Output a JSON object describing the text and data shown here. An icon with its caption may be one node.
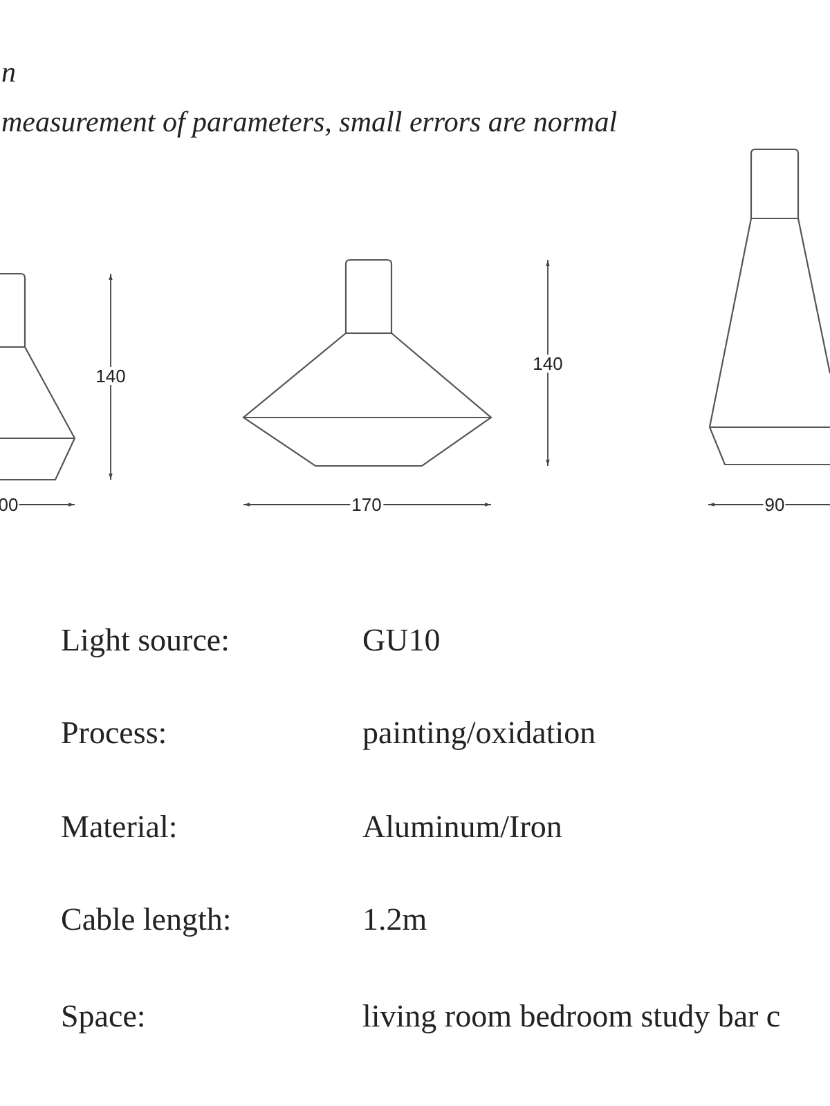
{
  "diagram": {
    "labels": [
      "n",
      "measurement of parameters, small errors are normal",
      "140",
      "140",
      "00",
      "170",
      "90",
      "Light source:",
      "GU10",
      "Process:",
      "painting/oxidation",
      "Material:",
      "Aluminum/Iron",
      "Cable length:",
      "1.2m",
      "Space:",
      "living room bedroom study bar c"
    ]
  }
}
